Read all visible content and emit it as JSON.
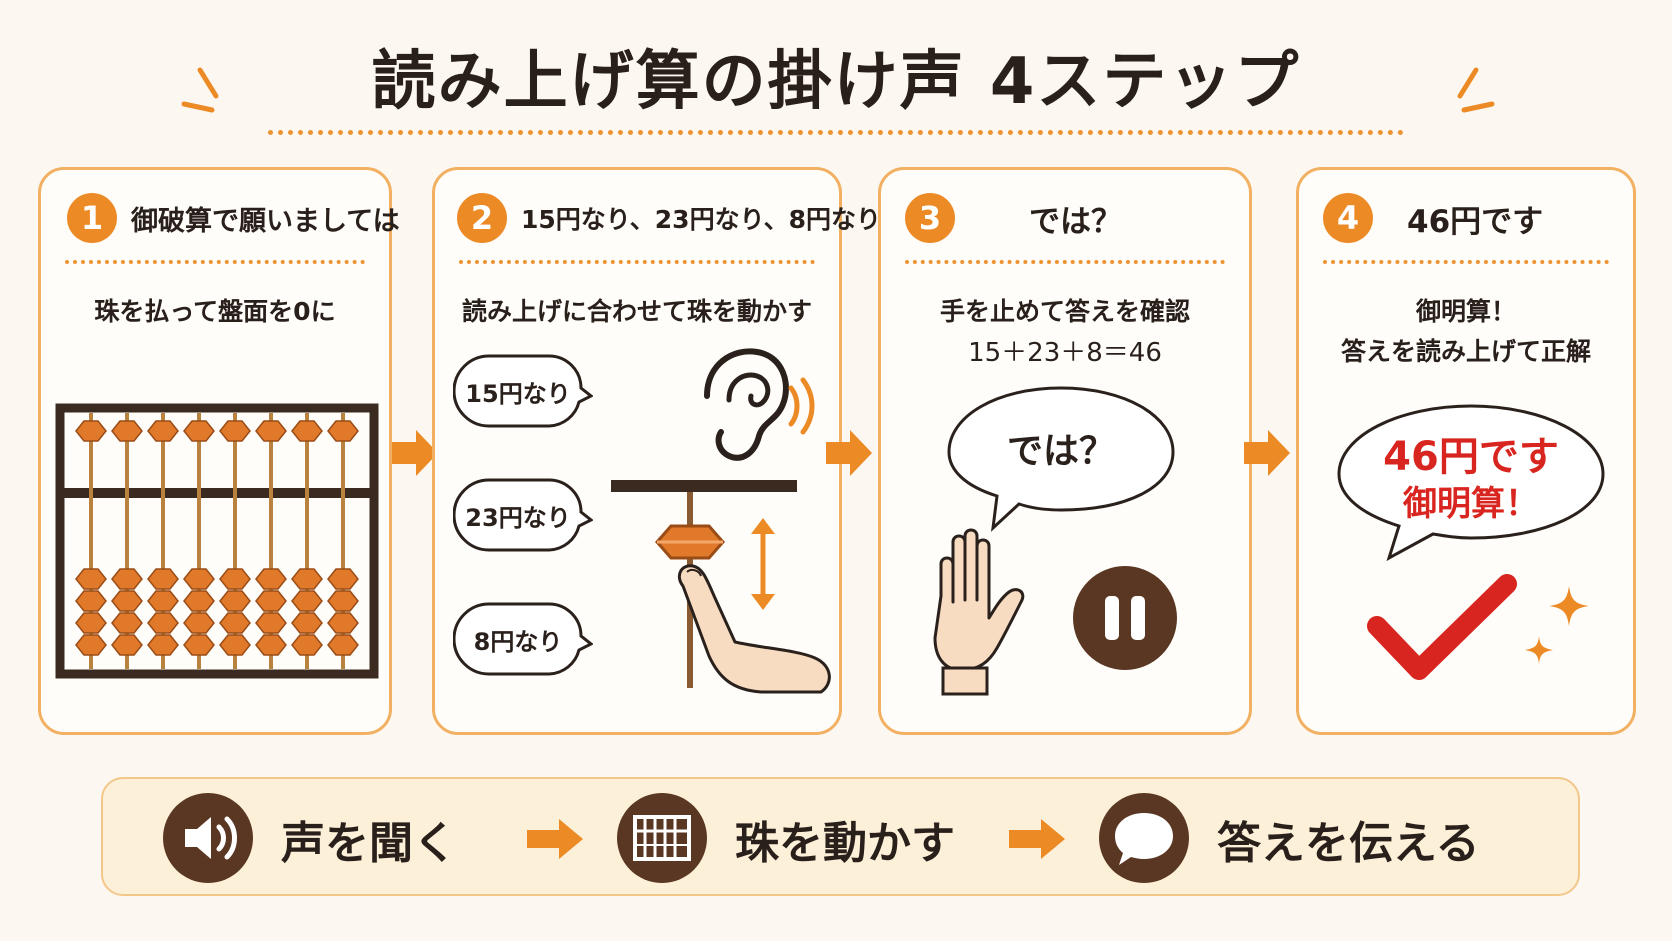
{
  "title": "読み上げ算の掛け声 4ステップ",
  "colors": {
    "accent": "#ec8a26",
    "brown": "#5a3723",
    "red": "#d9251f",
    "border": "#f2b062"
  },
  "steps": [
    {
      "num": "1",
      "heading": "御破算で願いましては",
      "desc": "珠を払って盤面を0に"
    },
    {
      "num": "2",
      "heading": "15円なり、23円なり、8円なり",
      "desc": "読み上げに合わせて珠を動かす",
      "bubbles": [
        "15円なり",
        "23円なり",
        "8円なり"
      ]
    },
    {
      "num": "3",
      "heading": "では？",
      "desc": "手を止めて答えを確認",
      "equation": "15＋23＋8＝46",
      "bubble": "では？"
    },
    {
      "num": "4",
      "heading": "46円です",
      "desc_line1": "御明算！",
      "desc_line2": "答えを読み上げて正解",
      "bubble_line1": "46円です",
      "bubble_line2": "御明算！"
    }
  ],
  "flow": [
    {
      "icon": "speaker-icon",
      "label": "声を聞く"
    },
    {
      "icon": "abacus-icon",
      "label": "珠を動かす"
    },
    {
      "icon": "speech-bubble-icon",
      "label": "答えを伝える"
    }
  ]
}
